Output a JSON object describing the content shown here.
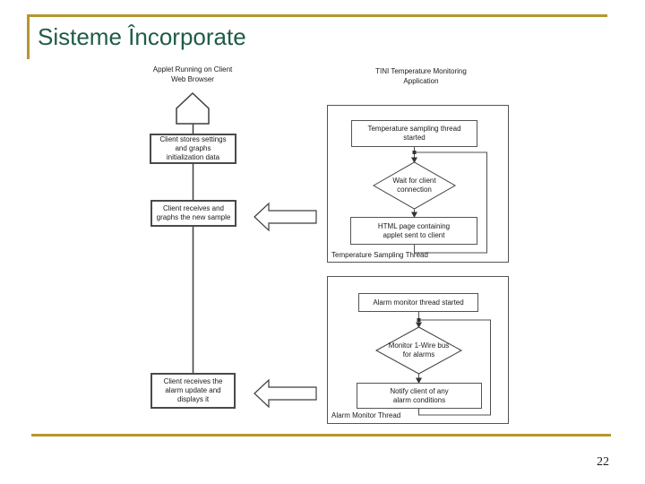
{
  "slide": {
    "title": "Sisteme Încorporate",
    "page_number": "22"
  },
  "colors": {
    "accent_gold": "#B5972F",
    "title_green": "#1E5C45"
  },
  "diagram": {
    "left_column": {
      "header": "Applet Running on Client\nWeb Browser",
      "boxes": [
        {
          "text": "Client stores settings\nand graphs\ninitialization data"
        },
        {
          "text": "Client receives and\ngraphs the new sample"
        },
        {
          "text": "Client receives the\nalarm update and\ndisplays it"
        }
      ]
    },
    "right_column": {
      "header": "TINI Temperature Monitoring\nApplication",
      "threads": [
        {
          "label": "Temperature Sampling Thread",
          "start_box": "Temperature sampling thread\nstarted",
          "decision": "Wait for client\nconnection",
          "action_box": "HTML page containing\napplet sent to client"
        },
        {
          "label": "Alarm Monitor Thread",
          "start_box": "Alarm monitor thread started",
          "decision": "Monitor 1-Wire bus\nfor alarms",
          "action_box": "Notify client of any\nalarm conditions"
        }
      ]
    }
  }
}
